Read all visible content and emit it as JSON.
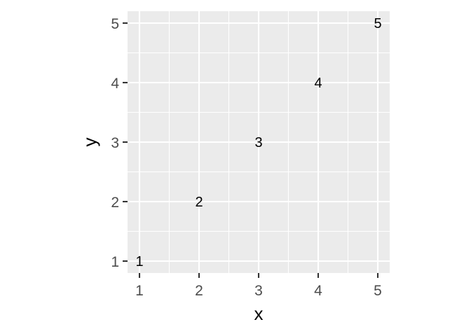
{
  "chart_data": {
    "type": "scatter",
    "mark": "text",
    "x": [
      1,
      2,
      3,
      4,
      5
    ],
    "y": [
      1,
      2,
      3,
      4,
      5
    ],
    "labels": [
      "1",
      "2",
      "3",
      "4",
      "5"
    ],
    "xlabel": "x",
    "ylabel": "y",
    "xlim": [
      0.8,
      5.2
    ],
    "ylim": [
      0.8,
      5.2
    ],
    "x_ticks": [
      1,
      2,
      3,
      4,
      5
    ],
    "y_ticks": [
      1,
      2,
      3,
      4,
      5
    ],
    "x_tick_labels": [
      "1",
      "2",
      "3",
      "4",
      "5"
    ],
    "y_tick_labels": [
      "1",
      "2",
      "3",
      "4",
      "5"
    ],
    "grid": true,
    "aspect": "equal",
    "theme": "ggplot2 grey",
    "colors": {
      "panel": "#EBEBEB",
      "grid": "#FFFFFF",
      "tick": "#333333",
      "tick_text": "#4D4D4D",
      "text": "#000000"
    }
  }
}
